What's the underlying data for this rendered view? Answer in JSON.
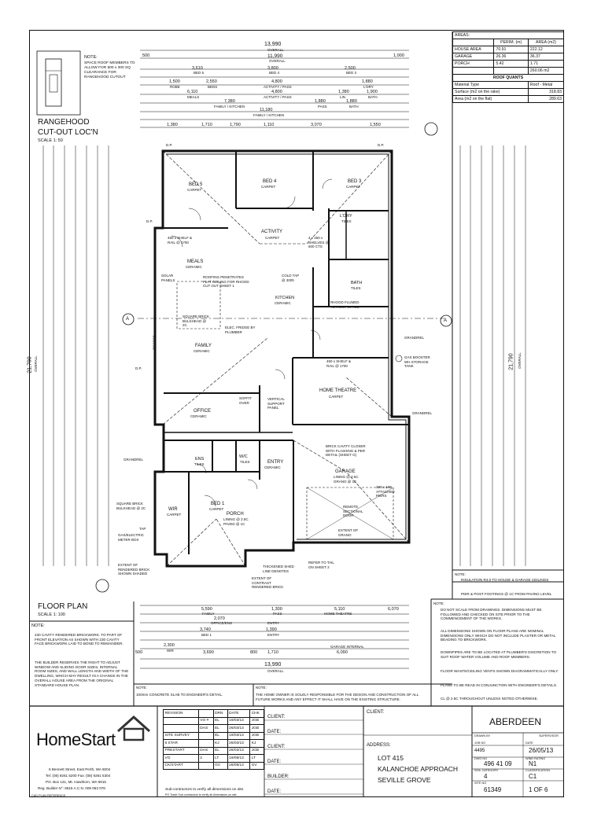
{
  "rangehood": {
    "title": "RANGEHOOD",
    "subtitle": "CUT-OUT LOC'N",
    "scale": "SCALE 1: 50",
    "note_label": "NOTE:",
    "note_text": "SPACE ROOF MEMBERS TO ALLOW FOR 500 x 300 SQ CLEARANCE FOR RANGEHOOD CUTOUT"
  },
  "top_dims": {
    "overall_a": "13,990",
    "overall_a_label": "OVERALL",
    "overall_b": "11,990",
    "overall_b_label": "OVERALL",
    "left_500": "500",
    "right_1000": "1,000",
    "row1": [
      "3,610",
      "BED 5",
      "3,800",
      "BED 4",
      "2,500",
      "BED 3"
    ],
    "row2": [
      "1,500",
      "ROBE",
      "2,550",
      "BEDS",
      "4,800",
      "ACTIVITY / PASS",
      "1,880",
      "L'DRY"
    ],
    "row3": [
      "6,110",
      "MEALS",
      "4,800",
      "ACTIVITY / PASS",
      "1,380",
      "LIN",
      "1,900",
      "BATH"
    ],
    "row4": [
      "7,380",
      "FAMILY / KITCHEN",
      "1,880",
      "PASS",
      "1,880",
      "BATH"
    ],
    "row5": [
      "11,180",
      "FAMILY / KITCHEN"
    ],
    "row6": [
      "1,380",
      "1,710",
      "1,790",
      "1,110",
      "3,070",
      "1,550"
    ]
  },
  "areas": {
    "title": "AREAS:",
    "col_perim": "PERIM. (m)",
    "col_area": "AREA (m2)",
    "rows": [
      {
        "name": "HOUSE AREA",
        "perim": "70.91",
        "area": "222.12"
      },
      {
        "name": "GARAGE",
        "perim": "26.36",
        "area": "36.37"
      },
      {
        "name": "PORCH",
        "perim": "5.42",
        "area": "1.71"
      }
    ],
    "total": "260.06 m2"
  },
  "roof_quants": {
    "title": "ROOF QUANTS",
    "col_material": "Material Type",
    "col_metal": "Roof - Metal",
    "surface_label": "Surface (m2 on the rake)",
    "surface_value": "318.83",
    "area_label": "Area (m2 on the flat)",
    "area_value": "289.63"
  },
  "rooms": {
    "bed5": "BED 5",
    "bed5_floor": "CARPET",
    "bed4": "BED 4",
    "bed4_floor": "CARPET",
    "bed3": "BED 3",
    "bed3_floor": "CARPET",
    "activity": "ACTIVITY",
    "activity_floor": "CARPET",
    "ldry": "L'DRY",
    "ldry_floor": "TILES",
    "bath": "BATH",
    "bath_floor": "TILES",
    "meals": "MEALS",
    "meals_floor": "CERAMIC",
    "family": "FAMILY",
    "family_floor": "CERAMIC",
    "kitchen": "KITCHEN",
    "kitchen_floor": "CERAMIC",
    "home_theatre": "HOME THEATRE",
    "home_theatre_floor": "CARPET",
    "office": "OFFICE",
    "office_floor": "CERAMIC",
    "ens": "ENS",
    "ens_floor": "TILES",
    "wc": "W/C",
    "wc_floor": "TILES",
    "entry": "ENTRY",
    "entry_floor": "CERAMIC",
    "garage": "GARAGE",
    "garage_sub": "LINING @ 2.5C GRANO @ 1C",
    "wir": "WIR",
    "wir_floor": "CARPET",
    "bed1": "BED 1",
    "bed1_floor": "CARPET",
    "porch": "PORCH",
    "porch_sub": "LINING @ 2.5C PAVED @ 1C"
  },
  "annotations": {
    "shelf1": "450 x SHELF & RAIL @ 1700",
    "shelf2": "450 x SHELF & RAIL @ 1700",
    "shelves_600": "4 x 450 x SHELVES @ 600 CTS",
    "solar": "SOLAR PANELS",
    "roofing": "ROOFING PENETRATES FLAT CEILING FOR RHOOD CUT OUT SHEET 1",
    "cold_tap": "COLD TAP @ 300h",
    "rhood": "RHOOD FLUMED TO ROOF SPACE",
    "bulkhead": "SQUARE BRICK BULKHEAD @ 2C",
    "elec": "ELEC. FRIDGE BY PLUMBER",
    "gas_booster": "GAS BOOSTER WH STORAGE TANK",
    "brick_cavity": "BRICK CAVITY CLOSER WITH FLASHING & PER DETAIL (SHEET G)",
    "piers": "290 x 190 ATTACHED PIERS",
    "remote_door": "REMOTE SECTIONAL DOOR",
    "extent_grano": "EXTENT OF GRANO",
    "soffit": "SOFFIT OVER",
    "vertical_panel": "VERTICAL SUPPORT PANEL",
    "square_bulkhead": "SQUARE BRICK BULKHEAD @ 2C",
    "gas_meter": "GAS/ELECTRIC METER BOX",
    "extent_render": "EXTENT OF RENDERED BRICK SHOWN SHADED",
    "extent_contrast": "EXTENT OF CONTRAST RENDERED BRICK",
    "thickened": "THICKENED SHED LINE DENOTES",
    "refer_tail": "REFER TO TAIL ON SHEET 2",
    "grandrel": "GRANDREL",
    "dp": "D.P.",
    "recess": "RECESS",
    "tap": "TAP"
  },
  "floor_plan": {
    "title": "FLOOR PLAN",
    "scale": "SCALE 1: 100"
  },
  "bottom_dims": {
    "row1": [
      "5,590",
      "FAMILY",
      "1,300",
      "PASS",
      "5,110",
      "HOME THEATRE",
      "6,070"
    ],
    "row2": [
      "2,070",
      "OFFICE/ENS",
      "ENTRY"
    ],
    "row3": [
      "3,740",
      "BED 1",
      "1,390",
      "ENTRY"
    ],
    "row4": [
      "2,300",
      "WIR",
      "3,690",
      "1,710",
      "800",
      "GARAGE INTERNAL",
      "6,090"
    ],
    "overall": "13,990",
    "overall_label": "OVERALL",
    "left_500": "500"
  },
  "side_dims": {
    "left_total": "21,790",
    "left_overall": "OVERALL",
    "right_total": "21,790",
    "right_overall": "OVERALL"
  },
  "notes_left": {
    "label": "NOTE:",
    "items": [
      "230 CAVITY RENDERED BRICKWORK. TO PART OF FRONT ELEVATION AS SHOWN WITH 230 CAVITY FACE BRICKWORK LAID TO BOND TO REMAINDER.",
      "THE BUILDER RESERVES THE RIGHT TO ADJUST WINDOW AND SLIDING DOOR SIZES, INTERNAL ROOM SIZES, AND WALL LENGTH AND WIDTH OF THE DWELLING, WHICH MAY RESULT IN A CHANGE IN THE OVERALL HOUSE AREA FROM THE ORIGINAL STANDARD HOUSE PLAN."
    ]
  },
  "notes_right": {
    "label": "NOTE:",
    "insulation": "INSULATION R4.0 TO HOUSE & GARAGE CEILINGS",
    "pier": "PIER & POST FOOTINGS @ 1C FROM PAVING LEVEL",
    "items": [
      "DO NOT SCALE FROM DRAWINGS. DIMENSIONS MUST BE FOLLOWED AND CHECKED ON SITE PRIOR TO THE COMMENCEMENT OF THE WORKS.",
      "ALL DIMENSIONS SHOWN ON FLOOR PLANS ARE NOMINAL DIMENSIONS ONLY WHICH DO NOT INCLUDE PLASTER OR METAL BEADING TO BRICKWORK.",
      "DOWNPIPES ARE TO BE LOCATED AT PLUMBER'S DISCRETION TO SUIT ROOF WATER VOLUME AND ROOF MEMBERS.",
      "FLOOR WASTE/CEILING VENTS SHOWN DIAGRAMMATICALLY ONLY.",
      "PLANS TO BE READ IN CONJUNCTION WITH ENGINEER'S DETAILS.",
      "CL @ 2.5C THROUGHOUT UNLESS NOTED OTHERWISE."
    ]
  },
  "slab_note": {
    "label": "NOTE:",
    "text": "100mm CONCRETE SLAB TO ENGINEER'S DETAIL."
  },
  "owner_note": {
    "label": "NOTE:",
    "text": "THE HOME OWNER IS SOLELY RESPONSIBLE FOR THE DESIGN AND CONSTRUCTION OF ALL FUTURE WORKS AND ANY EFFECT IT SHALL HAVE ON THE EXISTING STRUCTURE."
  },
  "company": {
    "logo": "HomeStart",
    "address1": "6 Bennett Street, East Perth, WA 6004",
    "phone": "Tel: (08) 9261 5200   Fax: (08) 9261 5304",
    "po_box": "PO. Box 131, Mt. Hawthorn, WA 6915",
    "reg": "Reg. Builder N°: 8615     A.C.N. 009 063 078",
    "small_print": "CAD PLAN REFERENCE"
  },
  "revisions": {
    "header": [
      "REVISION",
      "",
      "DRN",
      "DATE",
      "CHK"
    ],
    "rows": [
      [
        "",
        "VO #",
        "EL",
        "19/03/13",
        "JGB"
      ],
      [
        "",
        "DAS",
        "EL",
        "26/03/13",
        "JGB"
      ],
      [
        "SITE SURVEY",
        "",
        "EL",
        "19/03/13",
        "JGB"
      ],
      [
        "6 STAR",
        "",
        "KJ",
        "26/03/13",
        "KJ"
      ],
      [
        "PRESTART",
        "DAS",
        "EL",
        "26/03/13",
        "JGB"
      ],
      [
        "VO",
        "2",
        "LT",
        "19/09/13",
        "LT"
      ],
      [
        "CK/START",
        "",
        "GV",
        "26/09/13",
        "GV"
      ]
    ],
    "footer": "Sub-contractors to verify all dimensions on site.",
    "footer2": "PO Trade Sub-contractors to verify all dimensions on site"
  },
  "client_fields": [
    {
      "label": "CLIENT:",
      "value": ""
    },
    {
      "label": "DATE:",
      "value": ""
    },
    {
      "label": "CLIENT:",
      "value": ""
    },
    {
      "label": "DATE:",
      "value": ""
    },
    {
      "label": "BUILDER:",
      "value": ""
    },
    {
      "label": "DATE:",
      "value": ""
    }
  ],
  "client_box": {
    "label": "CLIENT:",
    "address_label": "ADDRESS:",
    "address_lines": [
      "LOT 415",
      "KALANCHOE APPROACH",
      "SEVILLE GROVE"
    ]
  },
  "title_block": {
    "design_name": "ABERDEEN",
    "drawn_label": "DRAWN BY",
    "supervisor_label": "SUPERVISOR",
    "job_label": "JOB NO",
    "job_value": "4495",
    "date_label": "DATE",
    "date_value": "26/05/13",
    "dwg_label": "DWG NO",
    "dwg_value": "496 41 09",
    "wind_label": "WIND RATING",
    "wind_value": "N1",
    "soil_label": "SOIL CATEGORY",
    "soil_value": "4",
    "class_label": "CLASSIFICATION",
    "class_value": "C1",
    "site_label": "SITE NO",
    "site_value": "61349",
    "sheet_value": "1 OF 6"
  }
}
